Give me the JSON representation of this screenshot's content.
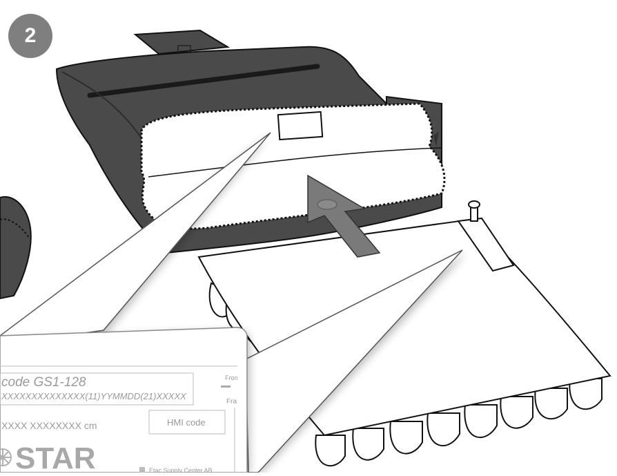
{
  "step": {
    "number": "2"
  },
  "label": {
    "barcode_title": "code GS1-128",
    "barcode_format": "XXXXXXXXXXXXXX(11)YYMMDD(21)XXXXX",
    "dimensions": "XXXX XXXXXXXX cm",
    "hmi_code": "HMI code",
    "brand": "STAR",
    "side_text_1": "Fron",
    "side_text_2": "Fra",
    "supplier": "Etac Supply Center AB"
  },
  "colors": {
    "bag": "#4a4a4a",
    "arrow": "#7a7a7a",
    "badge": "#7f7f7f",
    "label_text": "#9a9a9a",
    "outline": "#111111"
  },
  "icons": [
    "compass-star-icon",
    "insert-arrow-icon"
  ]
}
